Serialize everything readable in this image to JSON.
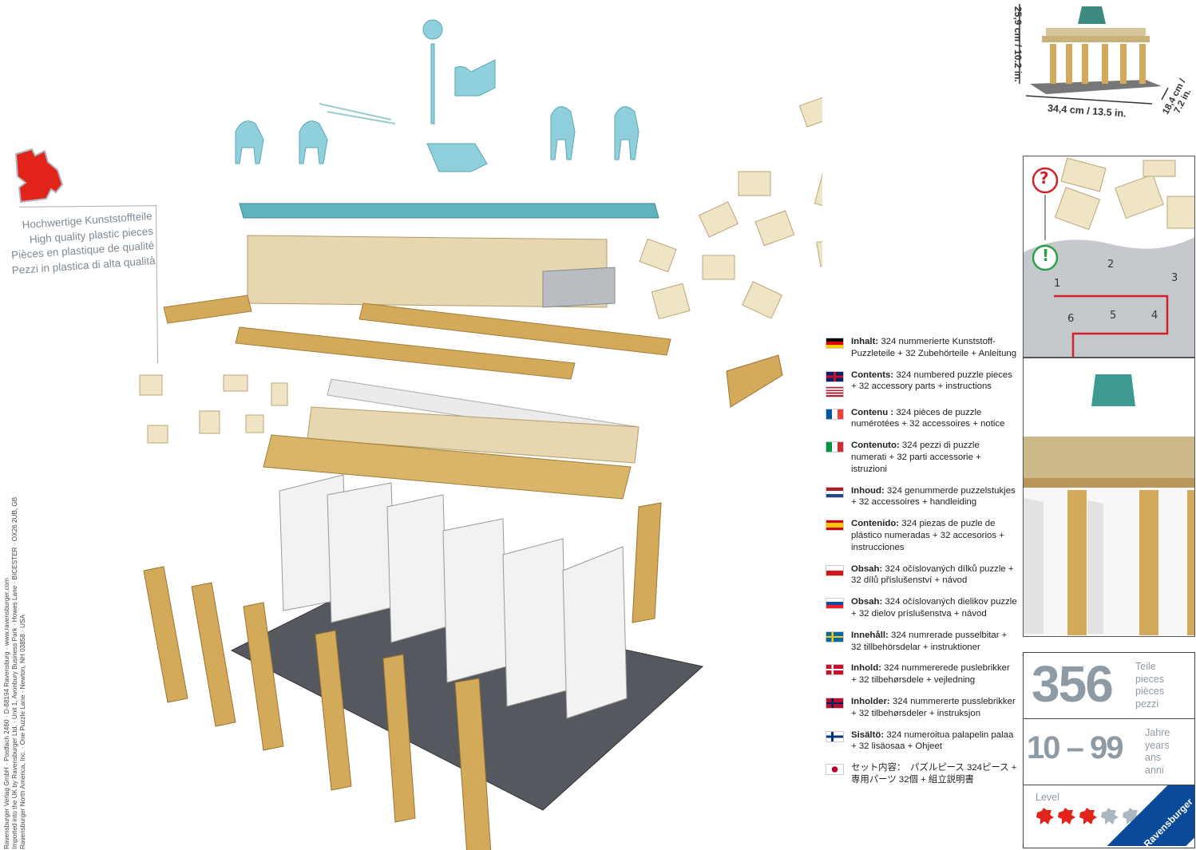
{
  "quality": {
    "lines": [
      "Hochwertige Kunststoffteile",
      "High quality plastic pieces",
      "Pièces en plastique de qualité",
      "Pezzi in plastica di alta qualità"
    ]
  },
  "legal": [
    "Ravensburger Verlag GmbH · Postfach 2460 · D-88194 Ravensburg · www.ravensburger.com",
    "Imported into the UK by Ravensburger Ltd. · Unit 1, Avonbury Business Park · Howes Lane · BICESTER · OX26 2UB, GB",
    "Ravensburger North America, Inc. · One Puzzle Lane · Newton, NH 03858 · USA"
  ],
  "dimensions": {
    "height": "25,9 cm / 10.2 in.",
    "width": "34,4 cm / 13.5 in.",
    "depth_1": "18,4 cm /",
    "depth_2": "7.2 in."
  },
  "howto": {
    "question": "?",
    "exclaim": "!",
    "steps": [
      "1",
      "2",
      "3",
      "4",
      "5",
      "6"
    ]
  },
  "contents": [
    {
      "flag": "de",
      "label": "Inhalt:",
      "text": " 324 nummerierte Kunststoff-Puzzleteile + 32 Zubehörteile + Anleitung"
    },
    {
      "flag": "uk-us",
      "label": "Contents:",
      "text": " 324 numbered puzzle pieces + 32 accessory parts + instructions"
    },
    {
      "flag": "fr",
      "label": "Contenu :",
      "text": " 324 pièces de puzzle numérotées + 32 accessoires + notice"
    },
    {
      "flag": "it",
      "label": "Contenuto:",
      "text": " 324 pezzi di puzzle numerati + 32 parti accessorie + istruzioni"
    },
    {
      "flag": "nl",
      "label": "Inhoud:",
      "text": " 324 genummerde puzzelstukjes + 32 accessoires + handleiding"
    },
    {
      "flag": "es",
      "label": "Contenido:",
      "text": " 324 piezas de puzle de plástico numeradas + 32 accesorios + instrucciones"
    },
    {
      "flag": "cz",
      "label": "Obsah:",
      "text": " 324 očíslovaných dílků puzzle + 32 dílů příslušenství + návod"
    },
    {
      "flag": "sk",
      "label": "Obsah:",
      "text": " 324 očíslovaných dielikov puzzle + 32 dielov príslušenstva + návod"
    },
    {
      "flag": "se",
      "label": "Innehåll:",
      "text": " 324 numrerade pusselbitar + 32 tillbehörsdelar + instruktioner"
    },
    {
      "flag": "dk",
      "label": "Inhold:",
      "text": " 324 nummererede puslebrikker + 32 tilbehørsdele + vejledning"
    },
    {
      "flag": "no",
      "label": "Inholder:",
      "text": " 324 nummererte pusslebrikker + 32 tilbehørsdeler + instruksjon"
    },
    {
      "flag": "fi",
      "label": "Sisältö:",
      "text": " 324 numeroitua palapelin palaa + 32 lisäosaa + Ohjeet"
    },
    {
      "flag": "jp",
      "label": "",
      "text": "セット内容：　パズルピース 324ピース + 専用パーツ 32個 + 組立説明書"
    }
  ],
  "info": {
    "pieces": "356",
    "pieces_labels": [
      "Teile",
      "pieces",
      "pièces",
      "pezzi"
    ],
    "age": "10 – 99",
    "age_labels": [
      "Jahre",
      "years",
      "ans",
      "anni"
    ],
    "level_label": "Level",
    "level": 3,
    "level_max": 5,
    "brand": "Ravensburger"
  },
  "colors": {
    "red": "#e2231a",
    "grey": "#8e9aa4",
    "brand_blue": "#0b4a98",
    "gold": "#d3a95a",
    "teal": "#5fb3bf",
    "base": "#55585e"
  }
}
